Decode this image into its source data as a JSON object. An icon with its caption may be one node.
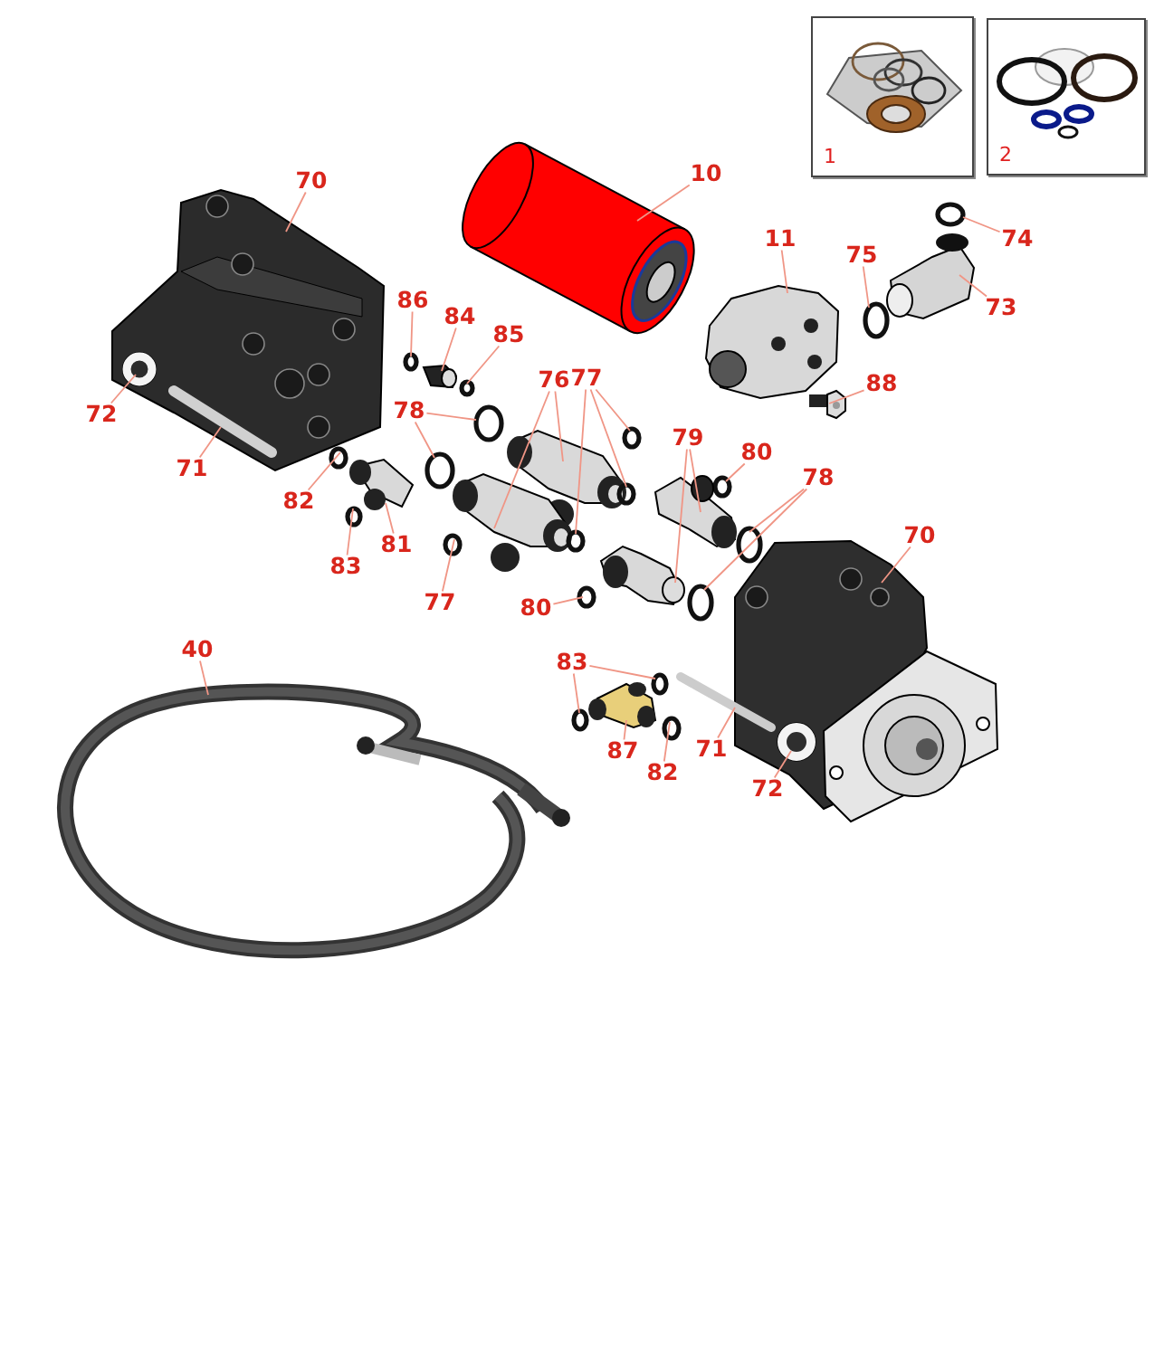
{
  "diagram": {
    "nodes": [
      {
        "text": [
          "70"
        ]
      },
      {
        "text": [
          "10"
        ]
      },
      {
        "text": [
          "11"
        ]
      },
      {
        "text": [
          "75"
        ]
      },
      {
        "text": [
          "74"
        ]
      },
      {
        "text": [
          "73"
        ]
      },
      {
        "text": [
          "86"
        ]
      },
      {
        "text": [
          "84"
        ]
      },
      {
        "text": [
          "85"
        ]
      },
      {
        "text": [
          "72"
        ]
      },
      {
        "text": [
          "71"
        ]
      },
      {
        "text": [
          "76"
        ]
      },
      {
        "text": [
          "77"
        ]
      },
      {
        "text": [
          "78"
        ]
      },
      {
        "text": [
          "88"
        ]
      },
      {
        "text": [
          "79"
        ]
      },
      {
        "text": [
          "80"
        ]
      },
      {
        "text": [
          "78"
        ]
      },
      {
        "text": [
          "82"
        ]
      },
      {
        "text": [
          "81"
        ]
      },
      {
        "text": [
          "83"
        ]
      },
      {
        "text": [
          "77"
        ]
      },
      {
        "text": [
          "80"
        ]
      },
      {
        "text": [
          "70"
        ]
      },
      {
        "text": [
          "40"
        ]
      },
      {
        "text": [
          "83"
        ]
      },
      {
        "text": [
          "87"
        ]
      },
      {
        "text": [
          "82"
        ]
      },
      {
        "text": [
          "71"
        ]
      },
      {
        "text": [
          "72"
        ]
      },
      {
        "text": [
          "1"
        ]
      },
      {
        "text": [
          "2"
        ]
      },
      {
        "text": [],
        "shape": "picture"
      },
      {
        "text": [],
        "shape": "circle",
        "in": 32
      },
      {
        "text": [],
        "shape": "bar",
        "in": 32
      },
      {
        "text": [],
        "shape": "picture"
      },
      {
        "text": [],
        "shape": "picture"
      },
      {
        "text": [],
        "shape": "circle"
      },
      {
        "text": [],
        "shape": "picture"
      },
      {
        "text": [],
        "shape": "circle"
      },
      {
        "text": [],
        "shape": "picture"
      },
      {
        "text": [],
        "shape": "circle"
      },
      {
        "text": [],
        "shape": "picture"
      },
      {
        "text": [],
        "shape": "circle"
      },
      {
        "text": [],
        "shape": "circle"
      },
      {
        "text": [],
        "shape": "circle"
      },
      {
        "text": [],
        "shape": "picture"
      },
      {
        "text": [],
        "shape": "picture"
      },
      {
        "text": [],
        "shape": "circle"
      },
      {
        "text": [],
        "shape": "circle"
      },
      {
        "text": [],
        "shape": "circle"
      },
      {
        "text": [],
        "shape": "circle"
      },
      {
        "text": [],
        "shape": "circle"
      },
      {
        "text": [],
        "shape": "picture"
      },
      {
        "text": [],
        "shape": "circle"
      },
      {
        "text": [],
        "shape": "circle"
      },
      {
        "text": [],
        "shape": "picture"
      },
      {
        "text": [],
        "shape": "circle"
      },
      {
        "text": [],
        "shape": "picture"
      },
      {
        "text": [],
        "shape": "circle"
      },
      {
        "text": [],
        "shape": "circle"
      },
      {
        "text": [],
        "shape": "picture"
      },
      {
        "text": [],
        "shape": "circle",
        "in": 61
      },
      {
        "text": [],
        "shape": "bar"
      },
      {
        "text": [],
        "shape": "picture"
      },
      {
        "text": [],
        "shape": "circle"
      },
      {
        "text": [],
        "shape": "circle"
      },
      {
        "text": [],
        "shape": "picture"
      },
      {
        "text": [],
        "shape": "circle"
      }
    ],
    "edges": [
      {
        "from": 0,
        "to": 32,
        "arrow": "none"
      },
      {
        "from": 1,
        "to": 35,
        "arrow": "none"
      },
      {
        "from": 2,
        "to": 36,
        "arrow": "none"
      },
      {
        "from": 3,
        "to": 39,
        "arrow": "none"
      },
      {
        "from": 4,
        "to": 37,
        "arrow": "none"
      },
      {
        "from": 5,
        "to": 38,
        "arrow": "none"
      },
      {
        "from": 6,
        "to": 41,
        "arrow": "none"
      },
      {
        "from": 7,
        "to": 42,
        "arrow": "none"
      },
      {
        "from": 8,
        "to": 43,
        "arrow": "none"
      },
      {
        "from": 9,
        "to": 33,
        "arrow": "none"
      },
      {
        "from": 10,
        "to": 34,
        "arrow": "none"
      },
      {
        "from": 11,
        "to": 47,
        "arrow": "none"
      },
      {
        "from": 11,
        "to": 46,
        "arrow": "none"
      },
      {
        "from": 12,
        "to": 50,
        "arrow": "none"
      },
      {
        "from": 12,
        "to": 48,
        "arrow": "none"
      },
      {
        "from": 12,
        "to": 49,
        "arrow": "none"
      },
      {
        "from": 13,
        "to": 44,
        "arrow": "none"
      },
      {
        "from": 13,
        "to": 45,
        "arrow": "none"
      },
      {
        "from": 14,
        "to": 40,
        "arrow": "none"
      },
      {
        "from": 15,
        "to": 58,
        "arrow": "none"
      },
      {
        "from": 15,
        "to": 56,
        "arrow": "none"
      },
      {
        "from": 16,
        "to": 55,
        "arrow": "none"
      },
      {
        "from": 17,
        "to": 57,
        "arrow": "none"
      },
      {
        "from": 17,
        "to": 59,
        "arrow": "none"
      },
      {
        "from": 18,
        "to": 52,
        "arrow": "none"
      },
      {
        "from": 19,
        "to": 53,
        "arrow": "none"
      },
      {
        "from": 20,
        "to": 54,
        "arrow": "none"
      },
      {
        "from": 21,
        "to": 51,
        "arrow": "none"
      },
      {
        "from": 22,
        "to": 60,
        "arrow": "none"
      },
      {
        "from": 23,
        "to": 61,
        "arrow": "none"
      },
      {
        "from": 24,
        "to": 64,
        "arrow": "none"
      },
      {
        "from": 25,
        "to": 66,
        "arrow": "none"
      },
      {
        "from": 25,
        "to": 65,
        "arrow": "none"
      },
      {
        "from": 26,
        "to": 67,
        "arrow": "none"
      },
      {
        "from": 27,
        "to": 68,
        "arrow": "none"
      },
      {
        "from": 28,
        "to": 63,
        "arrow": "none"
      },
      {
        "from": 29,
        "to": 62,
        "arrow": "none"
      }
    ]
  }
}
